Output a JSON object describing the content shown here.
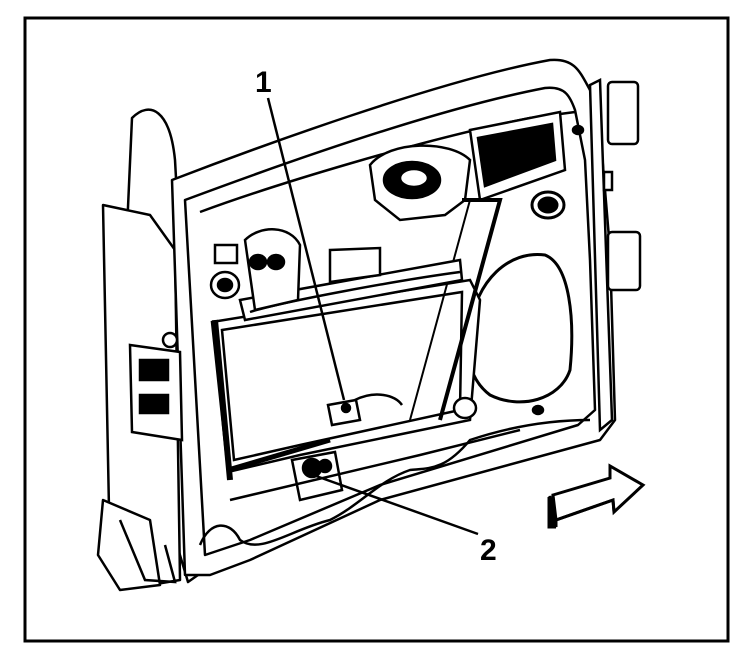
{
  "diagram": {
    "subject": "door-inner-panel-window-regulator",
    "callouts": [
      {
        "id": "1",
        "label": "1"
      },
      {
        "id": "2",
        "label": "2"
      }
    ],
    "arrow_icon": "front-of-vehicle-arrow-icon",
    "colors": {
      "line": "#000000",
      "fill": "#ffffff",
      "shade": "#000000"
    }
  }
}
